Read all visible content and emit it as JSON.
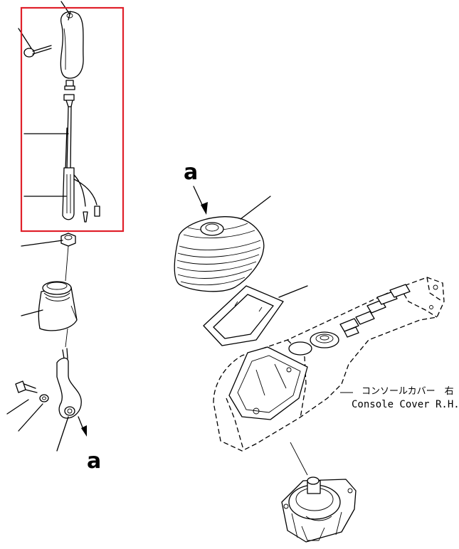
{
  "labels": {
    "arrow_label_top": "a",
    "arrow_label_bottom": "a",
    "console_cover_jp": "コンソールカバー　右",
    "console_cover_en": "Console Cover R.H."
  },
  "colors": {
    "highlight_box": "#e0202a",
    "line": "#000000",
    "background": "#ffffff"
  }
}
